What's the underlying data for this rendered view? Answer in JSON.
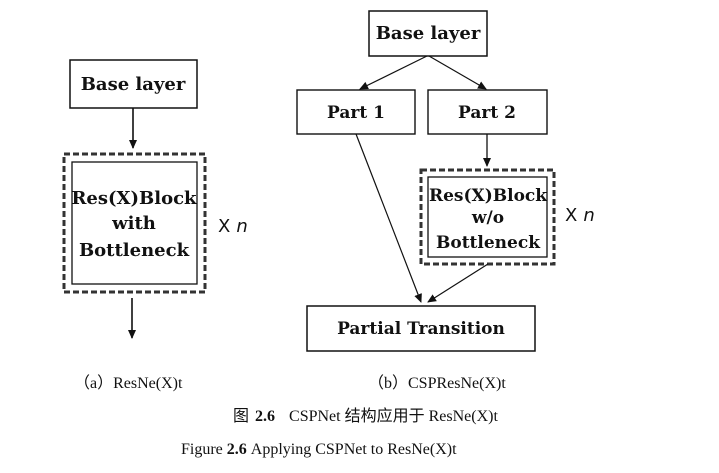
{
  "left_diagram": {
    "base_label": "Base layer",
    "block_lines": [
      "Res(X)Block",
      "with",
      "Bottleneck"
    ],
    "repeat": "X",
    "repeat_var": "n",
    "sub_caption": "（a）ResNe(X)t"
  },
  "right_diagram": {
    "base_label": "Base layer",
    "part1_label": "Part 1",
    "part2_label": "Part 2",
    "block_lines": [
      "Res(X)Block",
      "w/o",
      "Bottleneck"
    ],
    "repeat": "X",
    "repeat_var": "n",
    "transition_label": "Partial Transition",
    "sub_caption": "（b）CSPResNe(X)t"
  },
  "caption": {
    "cn_prefix": "图",
    "cn_num": "2.6",
    "cn_text": "CSPNet 结构应用于 ResNe(X)t",
    "en_prefix": "Figure",
    "en_num": "2.6",
    "en_text": "Applying CSPNet to ResNe(X)t"
  }
}
